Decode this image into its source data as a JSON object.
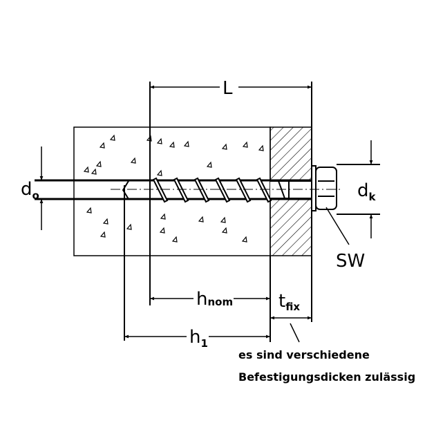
{
  "labels": {
    "L": "L",
    "d_o": {
      "main": "d",
      "sub": "o"
    },
    "d_k": {
      "main": "d",
      "sub": "k"
    },
    "SW": "SW",
    "h_nom": {
      "main": "h",
      "sub": "nom"
    },
    "h_1": {
      "main": "h",
      "sub": "1"
    },
    "t_fix": {
      "main": "t",
      "sub": "fix"
    }
  },
  "note": {
    "line1": "es sind verschiedene",
    "line2": "Befestigungsdicken zulässig"
  }
}
